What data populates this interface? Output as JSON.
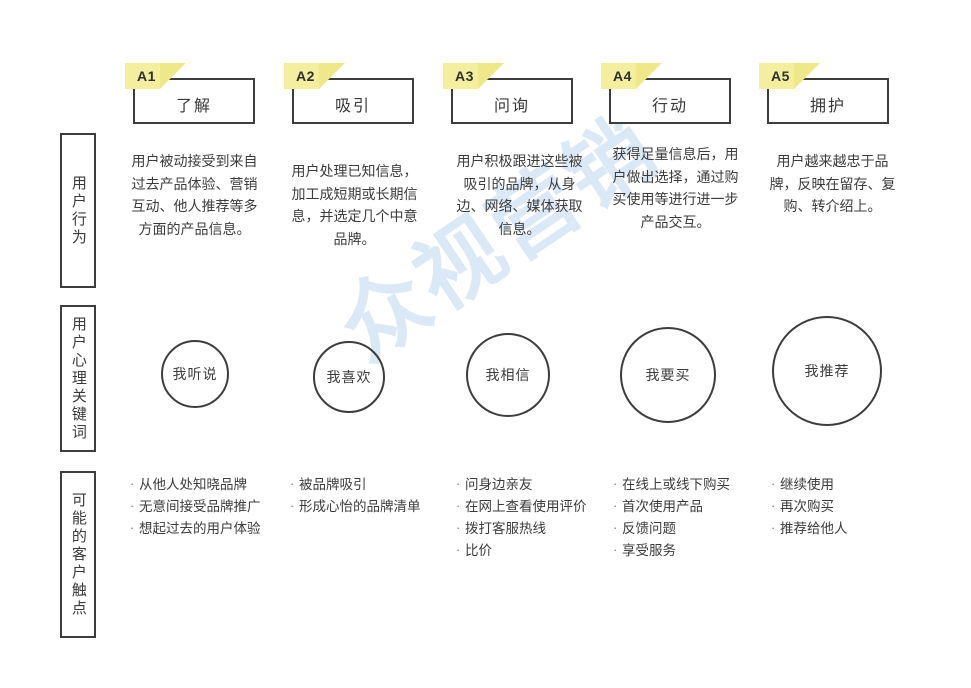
{
  "watermark": {
    "text": "众视营销"
  },
  "row_labels": [
    {
      "name": "user-behavior",
      "text": "用户行为"
    },
    {
      "name": "user-psychology-keyword",
      "text": "用户心理关键词"
    },
    {
      "name": "possible-customer-touchpoint",
      "text": "可能的客户触点"
    }
  ],
  "stages": [
    {
      "code": "A1",
      "title": "了解",
      "behavior": "用户被动接受到来自过去产品体验、营销互动、他人推荐等多方面的产品信息。",
      "keyword": "我听说",
      "touchpoints": [
        "从他人处知晓品牌",
        "无意间接受品牌推广",
        "想起过去的用户体验"
      ]
    },
    {
      "code": "A2",
      "title": "吸引",
      "behavior": "用户处理已知信息，加工成短期或长期信息，并选定几个中意品牌。",
      "keyword": "我喜欢",
      "touchpoints": [
        "被品牌吸引",
        "形成心怡的品牌清单"
      ]
    },
    {
      "code": "A3",
      "title": "问询",
      "behavior": "用户积极跟进这些被吸引的品牌，从身边、网络、媒体获取信息。",
      "keyword": "我相信",
      "touchpoints": [
        "问身边亲友",
        "在网上查看使用评价",
        "拨打客服热线",
        "比价"
      ]
    },
    {
      "code": "A4",
      "title": "行动",
      "behavior": "获得足量信息后，用户做出选择，通过购买使用等进行进一步产品交互。",
      "keyword": "我要买",
      "touchpoints": [
        "在线上或线下购买",
        "首次使用产品",
        "反馈问题",
        "享受服务"
      ]
    },
    {
      "code": "A5",
      "title": "拥护",
      "behavior": "用户越来越忠于品牌，反映在留存、复购、转介绍上。",
      "keyword": "我推荐",
      "touchpoints": [
        "继续使用",
        "再次购买",
        "推荐给他人"
      ]
    }
  ],
  "colors": {
    "tab_yellow": "#f4ef9e",
    "tab_fold": "#efe88a",
    "stroke": "#3d3d3d",
    "text": "#3c3c3c",
    "watermark": "#dbe8f6"
  }
}
